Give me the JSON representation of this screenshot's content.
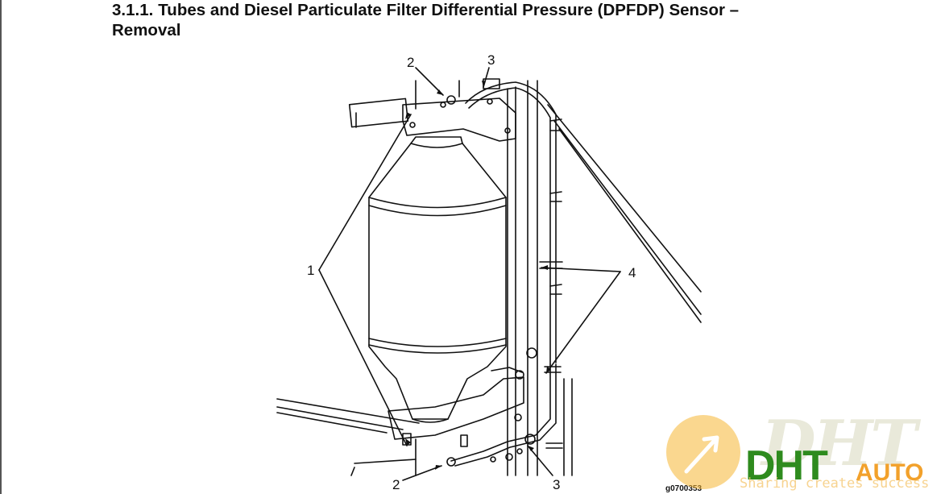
{
  "section": {
    "number": "3.1.1.",
    "title_line1": "Tubes and Diesel Particulate Filter Differential Pressure (DPFDP) Sensor –",
    "title_line2": "Removal"
  },
  "figure": {
    "id": "g0700353",
    "callouts": {
      "c1": "1",
      "c2_top": "2",
      "c2_bottom": "2",
      "c3_top": "3",
      "c3_bottom": "3",
      "c4": "4"
    }
  },
  "watermark": {
    "brand_main": "DHT",
    "brand_suffix": "AUTO",
    "slogan": "Sharing creates success"
  }
}
